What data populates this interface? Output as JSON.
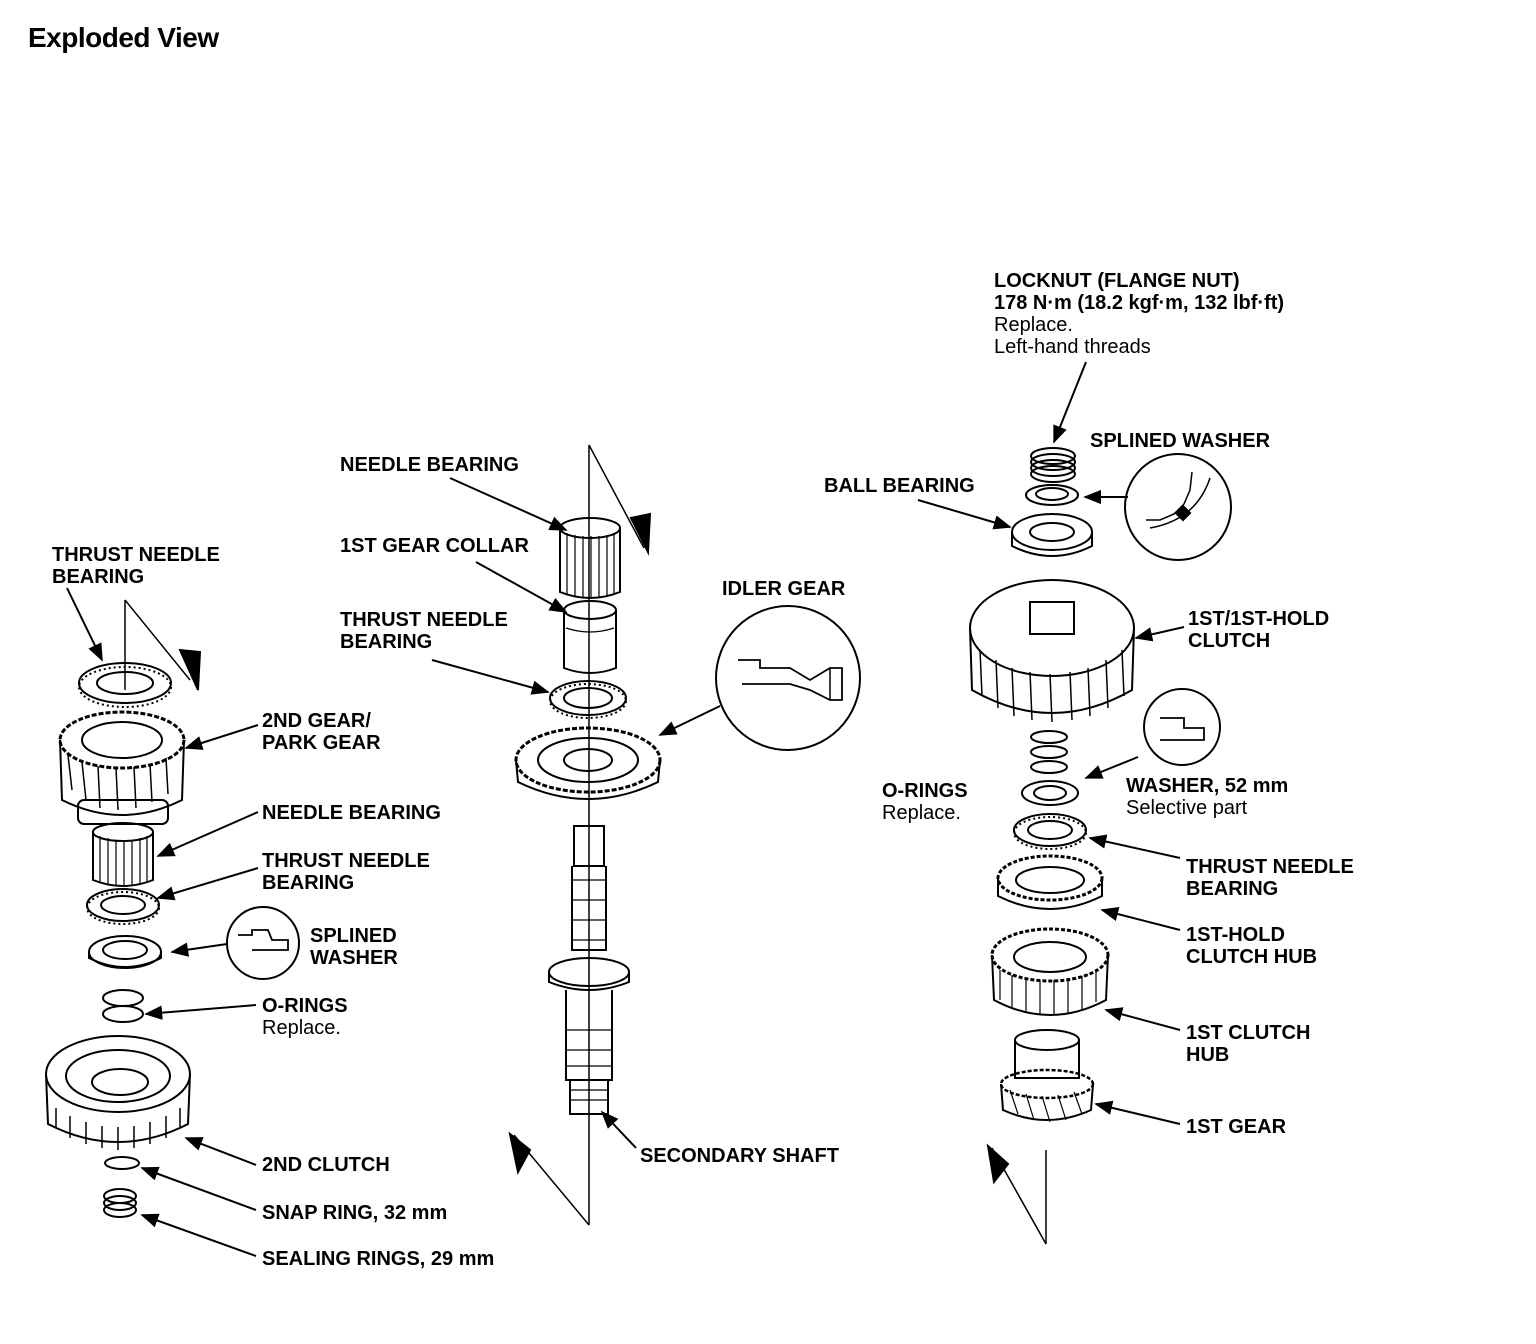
{
  "title": "Exploded View",
  "labels": {
    "left_thrust_needle_bearing_top": [
      "THRUST NEEDLE",
      "BEARING"
    ],
    "second_gear_park_gear": [
      "2ND GEAR/",
      "PARK GEAR"
    ],
    "left_needle_bearing": [
      "NEEDLE BEARING"
    ],
    "left_thrust_needle_bearing_mid": [
      "THRUST NEEDLE",
      "BEARING"
    ],
    "left_splined_washer": [
      "SPLINED",
      "WASHER"
    ],
    "left_o_rings": {
      "name": "O-RINGS",
      "note": "Replace."
    },
    "second_clutch": [
      "2ND CLUTCH"
    ],
    "snap_ring": [
      "SNAP RING, 32 mm"
    ],
    "sealing_rings": [
      "SEALING RINGS, 29 mm"
    ],
    "center_needle_bearing": [
      "NEEDLE BEARING"
    ],
    "first_gear_collar": [
      "1ST GEAR COLLAR"
    ],
    "center_thrust_needle_bearing": [
      "THRUST NEEDLE",
      "BEARING"
    ],
    "idler_gear": [
      "IDLER GEAR"
    ],
    "secondary_shaft": [
      "SECONDARY SHAFT"
    ],
    "locknut": {
      "lines": [
        "LOCKNUT (FLANGE NUT)",
        "178 N·m (18.2 kgf·m, 132 lbf·ft)"
      ],
      "notes": [
        "Replace.",
        "Left-hand threads"
      ]
    },
    "right_splined_washer": [
      "SPLINED WASHER"
    ],
    "ball_bearing": [
      "BALL BEARING"
    ],
    "first_1st_hold_clutch": [
      "1ST/1ST-HOLD",
      "CLUTCH"
    ],
    "right_o_rings": {
      "name": "O-RINGS",
      "note": "Replace."
    },
    "washer_52": {
      "name": "WASHER, 52 mm",
      "note": "Selective part"
    },
    "right_thrust_needle_bearing": [
      "THRUST NEEDLE",
      "BEARING"
    ],
    "first_hold_clutch_hub": [
      "1ST-HOLD",
      "CLUTCH HUB"
    ],
    "first_clutch_hub": [
      "1ST CLUTCH",
      "HUB"
    ],
    "first_gear": [
      "1ST GEAR"
    ]
  }
}
